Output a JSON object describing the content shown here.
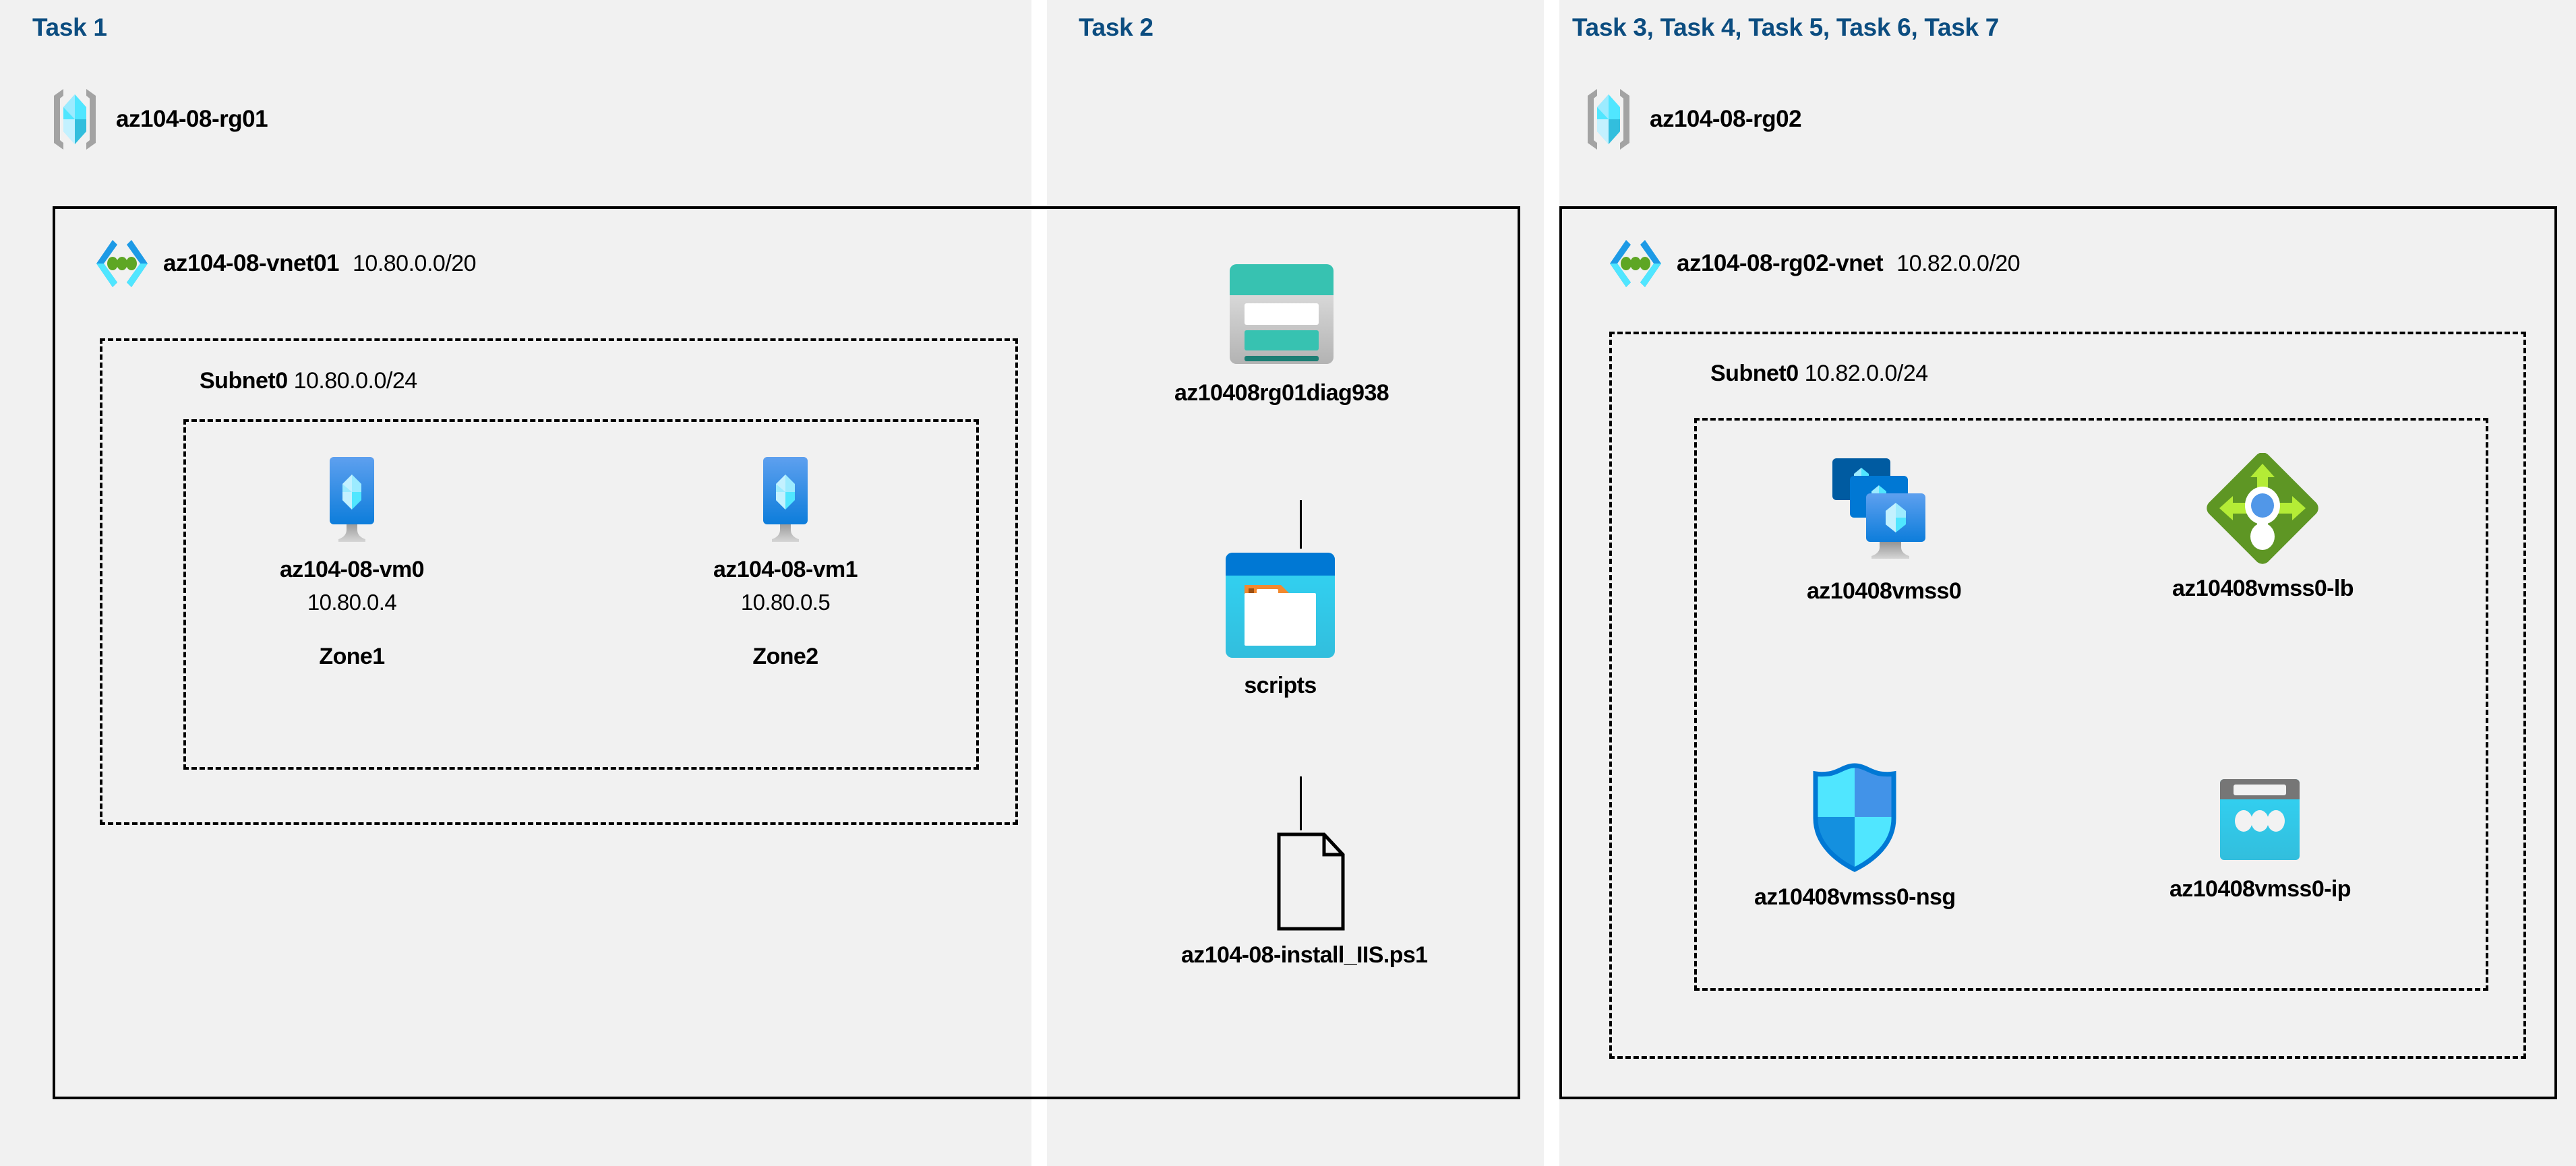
{
  "panels": {
    "task1": {
      "title": "Task 1"
    },
    "task2": {
      "title": "Task 2"
    },
    "task3": {
      "title": "Task 3, Task 4, Task 5, Task 6, Task 7"
    }
  },
  "resource_groups": [
    {
      "name": "az104-08-rg01",
      "icon": "resource-group-icon"
    },
    {
      "name": "az104-08-rg02",
      "icon": "resource-group-icon"
    }
  ],
  "vnets": [
    {
      "name": "az104-08-vnet01",
      "cidr": "10.80.0.0/20",
      "icon": "virtual-network-icon"
    },
    {
      "name": "az104-08-rg02-vnet",
      "cidr": "10.82.0.0/20",
      "icon": "virtual-network-icon"
    }
  ],
  "subnets": [
    {
      "name": "Subnet0",
      "cidr": "10.80.0.0/24"
    },
    {
      "name": "Subnet0",
      "cidr": "10.82.0.0/24"
    }
  ],
  "nodes": {
    "vm0": {
      "name": "az104-08-vm0",
      "ip": "10.80.0.4",
      "zone": "Zone1",
      "icon": "virtual-machine-icon"
    },
    "vm1": {
      "name": "az104-08-vm1",
      "ip": "10.80.0.5",
      "zone": "Zone2",
      "icon": "virtual-machine-icon"
    },
    "storage": {
      "name": "az10408rg01diag938",
      "icon": "storage-account-icon"
    },
    "container": {
      "name": "scripts",
      "icon": "blob-container-icon"
    },
    "script": {
      "name": "az104-08-install_IIS.ps1",
      "icon": "file-document-icon"
    },
    "vmss": {
      "name": "az10408vmss0",
      "icon": "vm-scale-set-icon"
    },
    "lb": {
      "name": "az10408vmss0-lb",
      "icon": "load-balancer-icon"
    },
    "nsg": {
      "name": "az10408vmss0-nsg",
      "icon": "network-security-group-icon"
    },
    "pip": {
      "name": "az10408vmss0-ip",
      "icon": "public-ip-address-icon"
    }
  },
  "colors": {
    "task_title": "#0c4d80",
    "panel_background": "#f1f1f1",
    "page_background": "#ffffff",
    "border": "#000000",
    "azure_blue": "#0078d4",
    "azure_cyan": "#50e6ff",
    "storage_teal": "#37c2b1",
    "lb_green": "#5e9624",
    "nsg_blue": "#0078d4"
  }
}
